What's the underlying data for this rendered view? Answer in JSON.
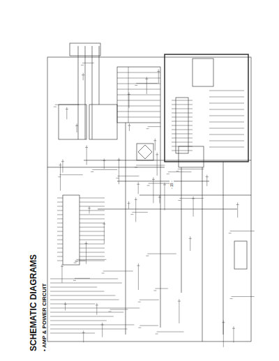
{
  "diagram": {
    "title": "SCHEMATIC DIAGRAMS",
    "labels": [
      "• AMP & POWER CIRCUIT",
      "- 15 -"
    ]
  }
}
